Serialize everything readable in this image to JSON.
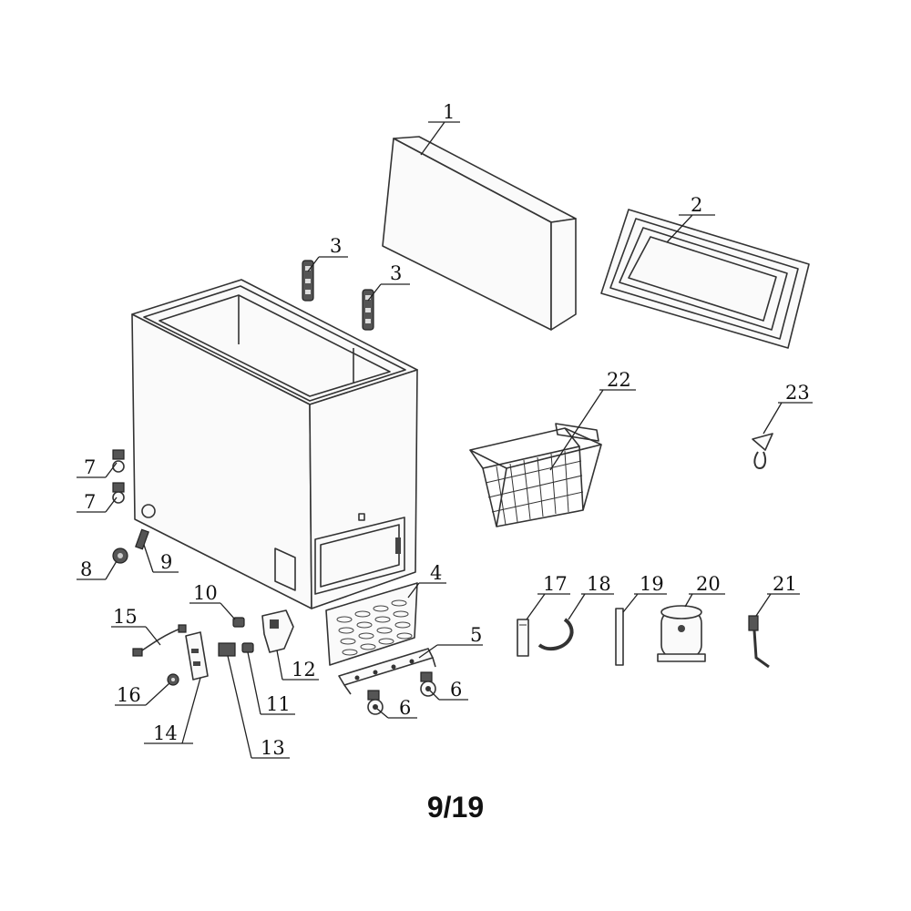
{
  "page_number": "9/19",
  "callouts": [
    {
      "id": "c1",
      "label": "1"
    },
    {
      "id": "c2",
      "label": "2"
    },
    {
      "id": "c3a",
      "label": "3"
    },
    {
      "id": "c3b",
      "label": "3"
    },
    {
      "id": "c4",
      "label": "4"
    },
    {
      "id": "c5",
      "label": "5"
    },
    {
      "id": "c6a",
      "label": "6"
    },
    {
      "id": "c6b",
      "label": "6"
    },
    {
      "id": "c7a",
      "label": "7"
    },
    {
      "id": "c7b",
      "label": "7"
    },
    {
      "id": "c8",
      "label": "8"
    },
    {
      "id": "c9",
      "label": "9"
    },
    {
      "id": "c10",
      "label": "10"
    },
    {
      "id": "c11",
      "label": "11"
    },
    {
      "id": "c12",
      "label": "12"
    },
    {
      "id": "c13",
      "label": "13"
    },
    {
      "id": "c14",
      "label": "14"
    },
    {
      "id": "c15",
      "label": "15"
    },
    {
      "id": "c16",
      "label": "16"
    },
    {
      "id": "c17",
      "label": "17"
    },
    {
      "id": "c18",
      "label": "18"
    },
    {
      "id": "c19",
      "label": "19"
    },
    {
      "id": "c20",
      "label": "20"
    },
    {
      "id": "c21",
      "label": "21"
    },
    {
      "id": "c22",
      "label": "22"
    },
    {
      "id": "c23",
      "label": "23"
    }
  ]
}
